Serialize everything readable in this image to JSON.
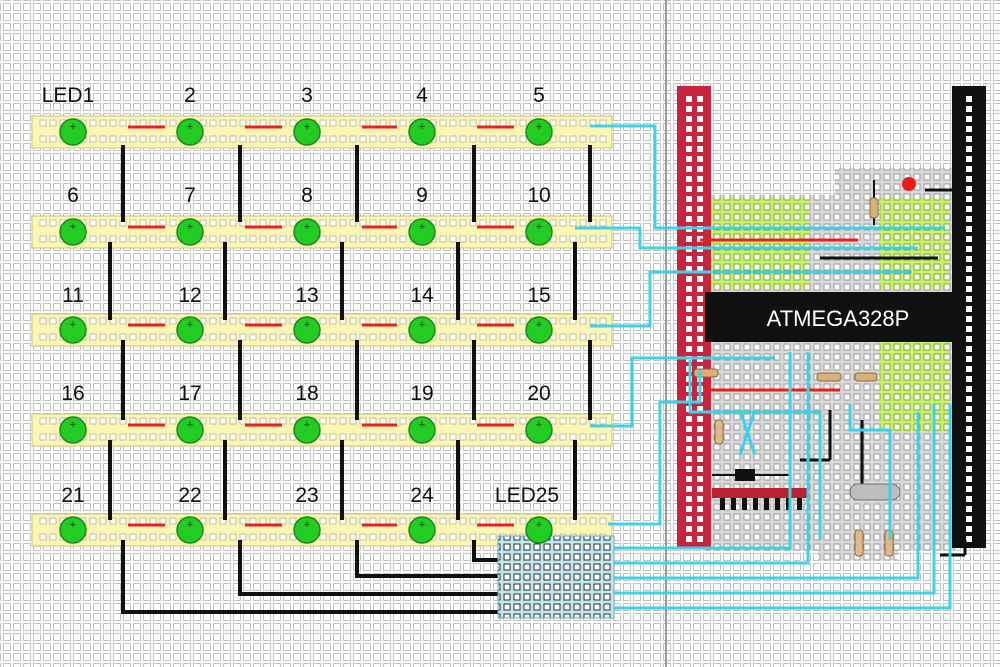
{
  "leds": [
    {
      "label": "LED1"
    },
    {
      "label": "2"
    },
    {
      "label": "3"
    },
    {
      "label": "4"
    },
    {
      "label": "5"
    },
    {
      "label": "6"
    },
    {
      "label": "7"
    },
    {
      "label": "8"
    },
    {
      "label": "9"
    },
    {
      "label": "10"
    },
    {
      "label": "11"
    },
    {
      "label": "12"
    },
    {
      "label": "13"
    },
    {
      "label": "14"
    },
    {
      "label": "15"
    },
    {
      "label": "16"
    },
    {
      "label": "17"
    },
    {
      "label": "18"
    },
    {
      "label": "19"
    },
    {
      "label": "20"
    },
    {
      "label": "21"
    },
    {
      "label": "22"
    },
    {
      "label": "23"
    },
    {
      "label": "24"
    },
    {
      "label": "LED25"
    }
  ],
  "chip": {
    "label": "ATMEGA328P"
  },
  "led_symbol": "+",
  "colors": {
    "led": "#22cc22",
    "strip": "#fbf6b4",
    "wire_cyan": "#3fd1e8",
    "wire_black": "#111111",
    "wire_red": "#e82020",
    "rail_red": "#c8243e",
    "header_black": "#111111",
    "pad_green": "#c9f26a",
    "connector": "#bfe7ef",
    "grid": "#c8c8c8"
  }
}
